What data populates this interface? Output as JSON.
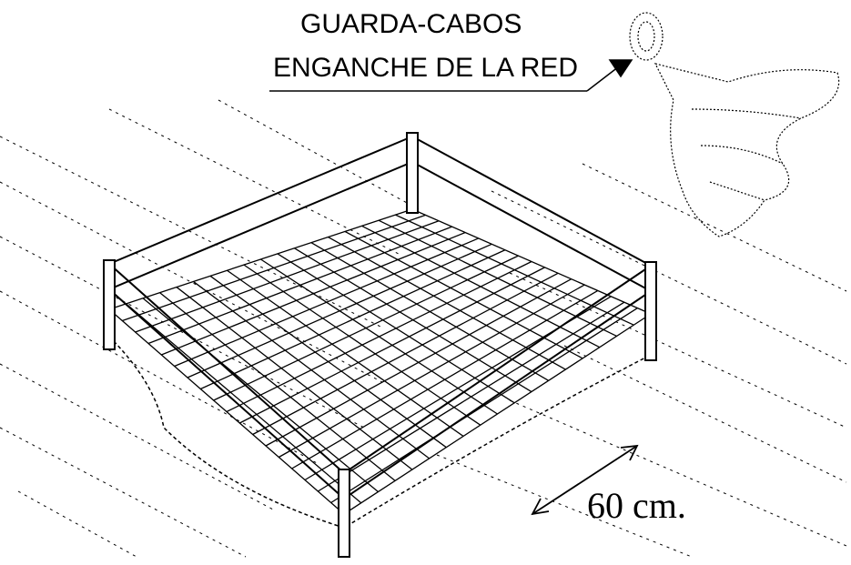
{
  "labels": {
    "guard": "GUARDA-CABOS",
    "hook": "ENGANCHE DE LA RED",
    "dimension": "60 cm."
  },
  "colors": {
    "ink": "#000000",
    "background": "#ffffff"
  }
}
